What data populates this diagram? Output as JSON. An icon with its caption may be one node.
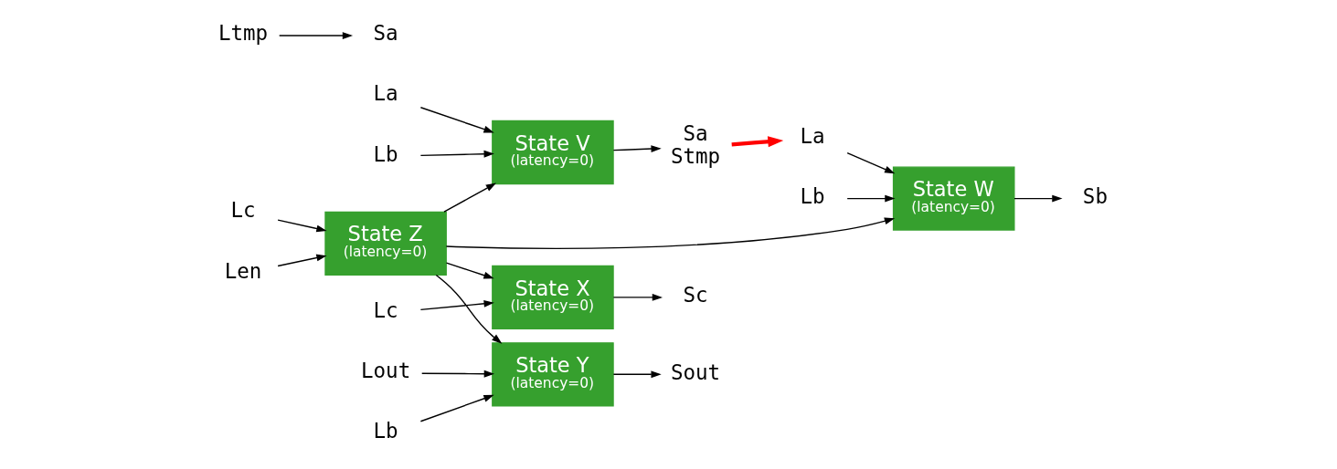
{
  "diagram": {
    "nodes": [
      {
        "text": [
          "State V",
          "(latency=0)"
        ]
      },
      {
        "text": [
          "La"
        ]
      },
      {
        "text": [
          "Lb"
        ]
      },
      {
        "text": [
          "Sa",
          "Stmp"
        ]
      },
      {
        "text": [
          "Ltmp"
        ]
      },
      {
        "text": [
          "Sa"
        ]
      },
      {
        "text": [
          "State W",
          "(latency=0)"
        ]
      },
      {
        "text": [
          "La"
        ]
      },
      {
        "text": [
          "Lb"
        ]
      },
      {
        "text": [
          "Sb"
        ]
      },
      {
        "text": [
          "State Z",
          "(latency=0)"
        ]
      },
      {
        "text": [
          "Lc"
        ]
      },
      {
        "text": [
          "Len"
        ]
      },
      {
        "text": [
          "State X",
          "(latency=0)"
        ]
      },
      {
        "text": [
          "Lc"
        ]
      },
      {
        "text": [
          "Sc"
        ]
      },
      {
        "text": [
          "State Y",
          "(latency=0)"
        ]
      },
      {
        "text": [
          "Lout"
        ]
      },
      {
        "text": [
          "Lb"
        ]
      },
      {
        "text": [
          "Sout"
        ]
      }
    ],
    "edges": [
      {
        "from": 1,
        "to": 0,
        "arrow": "to"
      },
      {
        "from": 2,
        "to": 0,
        "arrow": "to"
      },
      {
        "from": 0,
        "to": 3,
        "arrow": "to"
      },
      {
        "from": 4,
        "to": 5,
        "arrow": "to"
      },
      {
        "from": 3,
        "to": 7,
        "arrow": "to",
        "style": "thick",
        "color": "#ff0000"
      },
      {
        "from": 7,
        "to": 6,
        "arrow": "to"
      },
      {
        "from": 8,
        "to": 6,
        "arrow": "to"
      },
      {
        "from": 6,
        "to": 9,
        "arrow": "to"
      },
      {
        "from": 11,
        "to": 10,
        "arrow": "to"
      },
      {
        "from": 12,
        "to": 10,
        "arrow": "to"
      },
      {
        "from": 10,
        "to": 0,
        "arrow": "to"
      },
      {
        "from": 10,
        "to": 6,
        "arrow": "to"
      },
      {
        "from": 10,
        "to": 13,
        "arrow": "to"
      },
      {
        "from": 10,
        "to": 16,
        "arrow": "to"
      },
      {
        "from": 14,
        "to": 13,
        "arrow": "to"
      },
      {
        "from": 13,
        "to": 15,
        "arrow": "to"
      },
      {
        "from": 17,
        "to": 16,
        "arrow": "to"
      },
      {
        "from": 18,
        "to": 16,
        "arrow": "to"
      },
      {
        "from": 16,
        "to": 19,
        "arrow": "to"
      }
    ]
  }
}
